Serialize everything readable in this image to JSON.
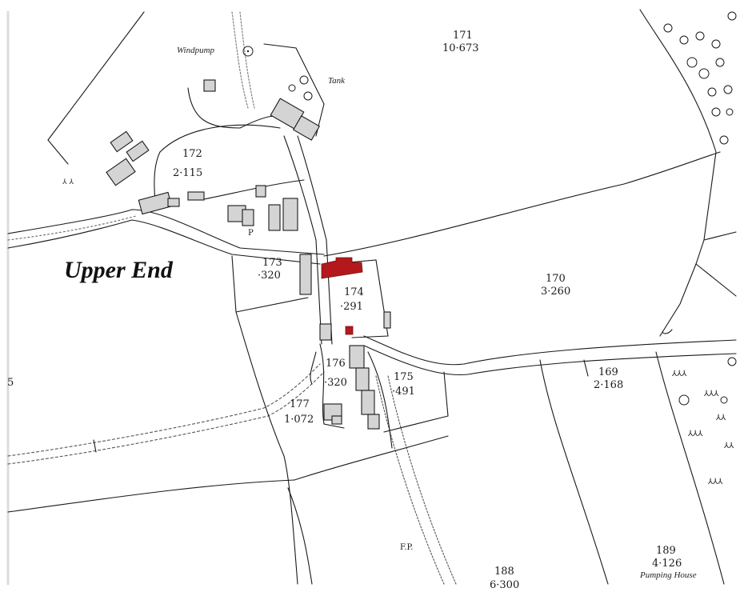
{
  "map": {
    "place_name": "Upper End",
    "features": {
      "windpump": "Windpump",
      "tank": "Tank",
      "pumping_house": "Pumping House",
      "footpath_mark": "F.P.",
      "p_mark": "P",
      "margin_digit": "5"
    },
    "parcels": [
      {
        "id": "171",
        "area": "10·673"
      },
      {
        "id": "172",
        "area": "2·115"
      },
      {
        "id": "173",
        "area": "·320"
      },
      {
        "id": "174",
        "area": "·291"
      },
      {
        "id": "170",
        "area": "3·260"
      },
      {
        "id": "176",
        "area": "·320"
      },
      {
        "id": "175",
        "area": "·491"
      },
      {
        "id": "169",
        "area": "2·168"
      },
      {
        "id": "177",
        "area": "1·072"
      },
      {
        "id": "188",
        "area": "6·300"
      },
      {
        "id": "189",
        "area": "4·126"
      }
    ],
    "colors": {
      "paper": "#ffffff",
      "ink": "#1a1a1a",
      "building_fill": "#cfcfcf",
      "highlight": "#b3191c"
    }
  }
}
